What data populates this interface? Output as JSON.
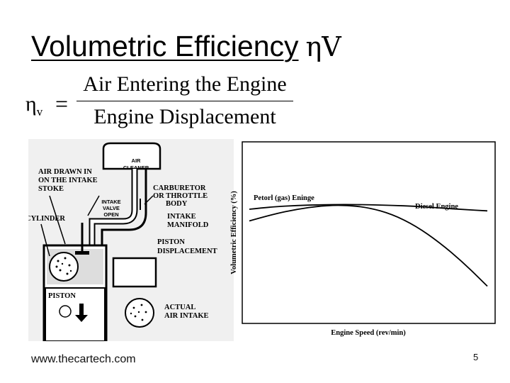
{
  "slide": {
    "title": "Volumetric Efficiency",
    "title_symbol": "ηV",
    "footer": "www.thecartech.com",
    "page_number": "5"
  },
  "formula": {
    "lhs": "η",
    "lhs_sub": "v",
    "equals": "=",
    "numerator": "Air Entering the Engine",
    "denominator": "Engine Displacement"
  },
  "diagram": {
    "labels": {
      "air_drawn_1": "AIR DRAWN IN",
      "air_drawn_2": "ON THE INTAKE",
      "air_drawn_3": "STOKE",
      "air_cleaner_1": "AIR",
      "air_cleaner_2": "CLEANER",
      "intake_valve_1": "INTAKE",
      "intake_valve_2": "VALVE",
      "intake_valve_3": "OPEN",
      "carb_1": "CARBURETOR",
      "carb_2": "OR THROTTLE",
      "carb_3": "BODY",
      "cylinder": "CYLINDER",
      "manifold_1": "INTAKE",
      "manifold_2": "MANIFOLD",
      "piston_disp_1": "PISTON",
      "piston_disp_2": "DISPLACEMENT",
      "piston": "PISTON",
      "actual_1": "ACTUAL",
      "actual_2": "AIR INTAKE"
    }
  },
  "chart_data": {
    "type": "line",
    "xlabel": "Engine Speed (rev/min)",
    "ylabel": "Volumetric Efficiency (%)",
    "x_ticks_shown": false,
    "y_ticks_shown": false,
    "grid": false,
    "series": [
      {
        "name": "Petorl (gas) Eninge",
        "x": [
          0,
          0.1,
          0.2,
          0.3,
          0.4,
          0.5,
          0.6,
          0.7,
          0.8,
          0.9,
          1.0
        ],
        "y": [
          0.57,
          0.61,
          0.64,
          0.66,
          0.665,
          0.65,
          0.61,
          0.54,
          0.44,
          0.32,
          0.18
        ]
      },
      {
        "name": "Diesel Engine",
        "x": [
          0,
          0.1,
          0.2,
          0.3,
          0.4,
          0.5,
          0.6,
          0.7,
          0.8,
          0.9,
          1.0
        ],
        "y": [
          0.64,
          0.655,
          0.662,
          0.667,
          0.668,
          0.667,
          0.663,
          0.657,
          0.648,
          0.638,
          0.63
        ]
      }
    ]
  }
}
